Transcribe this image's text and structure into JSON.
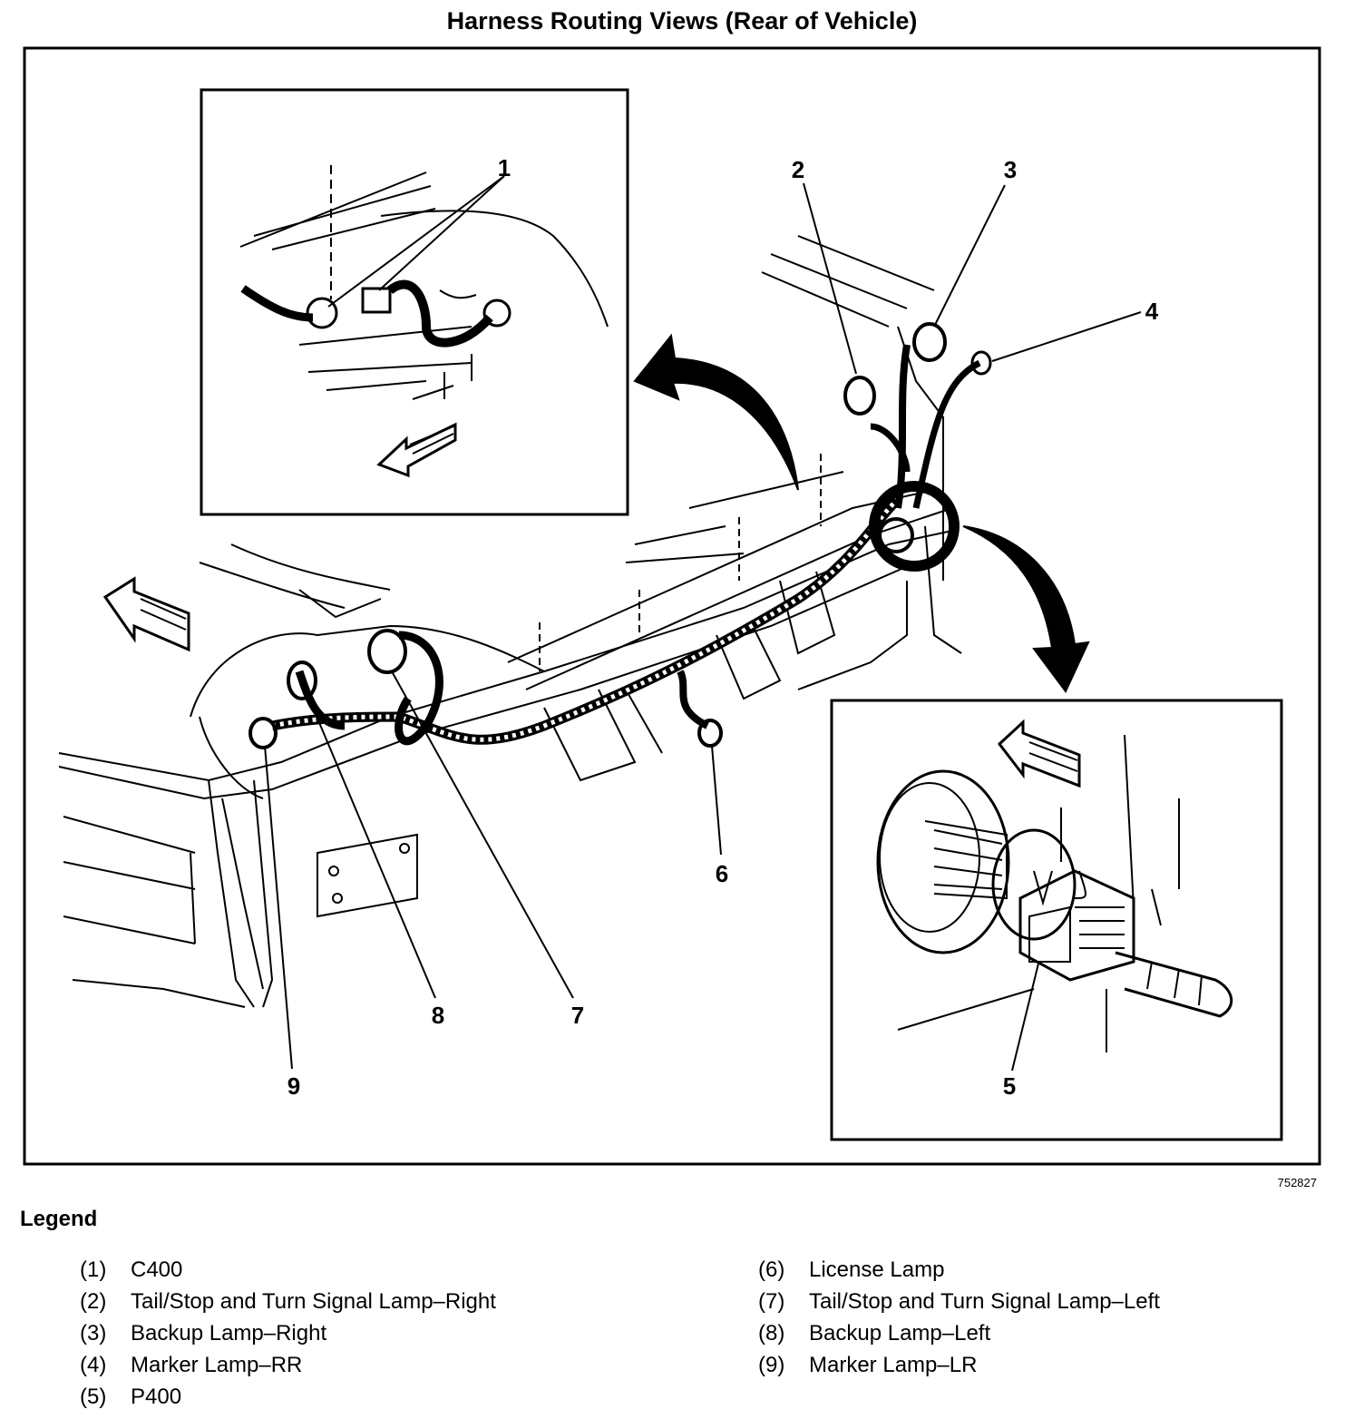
{
  "title": "Harness Routing Views (Rear of Vehicle)",
  "figure_ref": "752827",
  "legend_heading": "Legend",
  "callouts": [
    "1",
    "2",
    "3",
    "4",
    "5",
    "6",
    "7",
    "8",
    "9"
  ],
  "legend": [
    {
      "num": "(1)",
      "text": "C400"
    },
    {
      "num": "(2)",
      "text": "Tail/Stop and Turn Signal Lamp–Right"
    },
    {
      "num": "(3)",
      "text": "Backup Lamp–Right"
    },
    {
      "num": "(4)",
      "text": "Marker Lamp–RR"
    },
    {
      "num": "(5)",
      "text": "P400"
    },
    {
      "num": "(6)",
      "text": "License Lamp"
    },
    {
      "num": "(7)",
      "text": "Tail/Stop and Turn Signal Lamp–Left"
    },
    {
      "num": "(8)",
      "text": "Backup Lamp–Left"
    },
    {
      "num": "(9)",
      "text": "Marker Lamp–LR"
    }
  ]
}
